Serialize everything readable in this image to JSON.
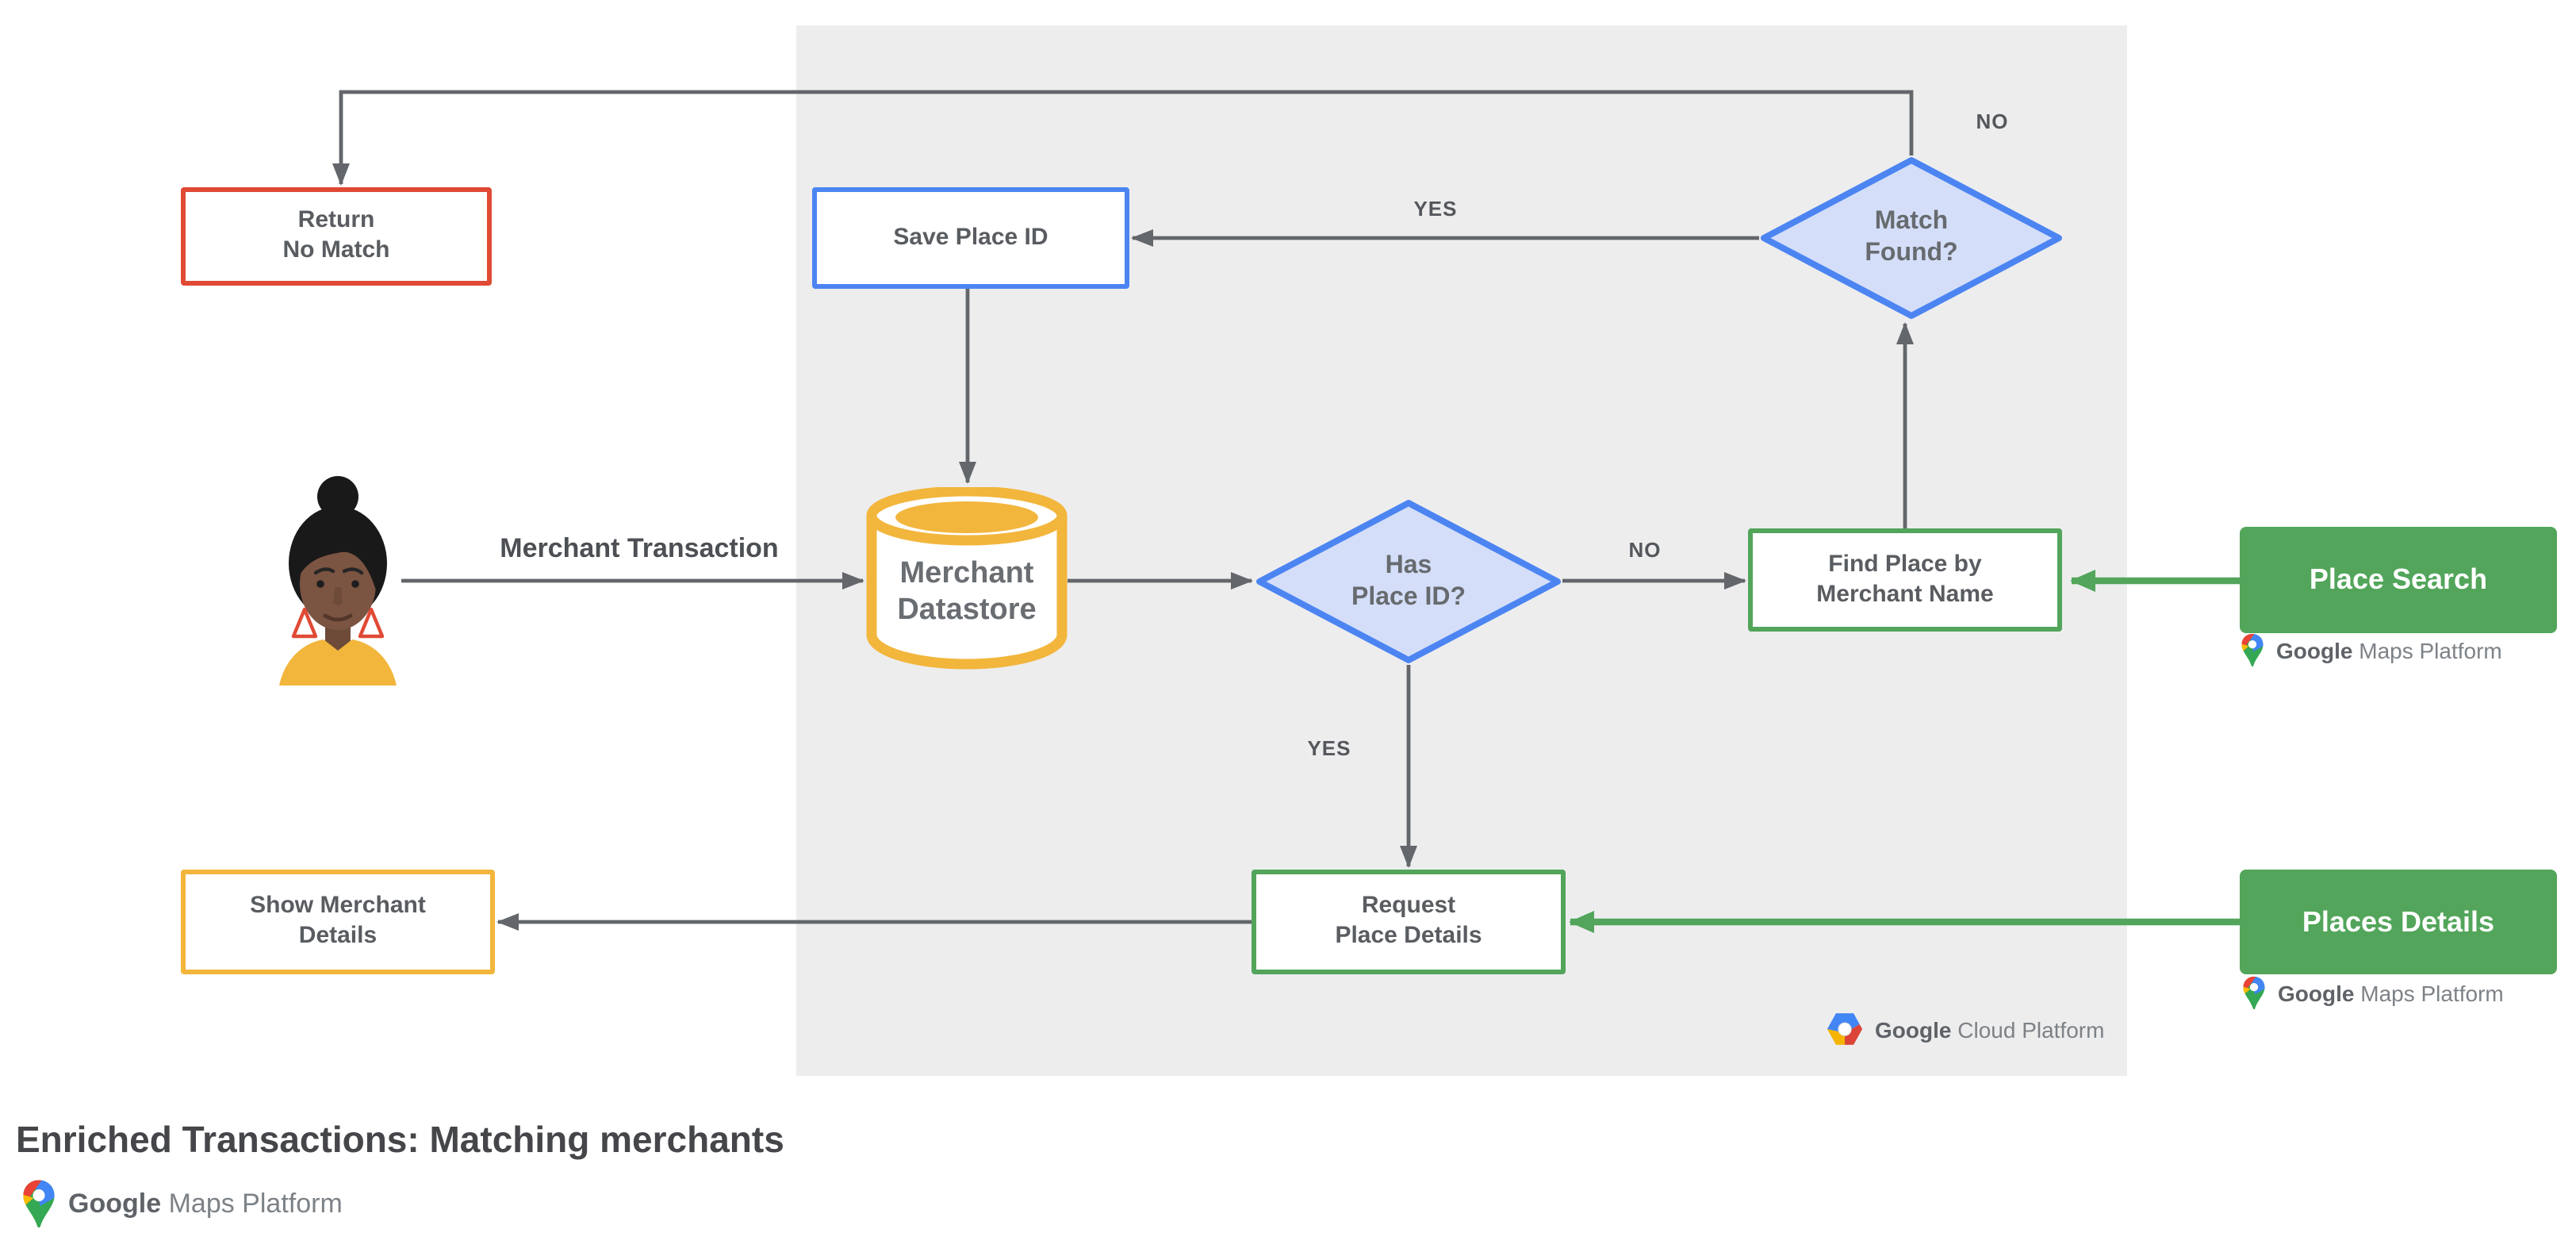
{
  "title": "Enriched Transactions: Matching merchants",
  "nodes": {
    "return_no_match": "Return\nNo Match",
    "save_place_id": "Save Place ID",
    "match_found": "Match\nFound?",
    "merchant_datastore": "Merchant\nDatastore",
    "has_place_id": "Has\nPlace ID?",
    "find_place_by_merchant_name": "Find Place by\nMerchant Name",
    "request_place_details": "Request\nPlace Details",
    "show_merchant_details": "Show Merchant\nDetails"
  },
  "apis": {
    "place_search": "Place Search",
    "places_details": "Places Details"
  },
  "edge_labels": {
    "merchant_transaction": "Merchant Transaction",
    "match_found_yes": "YES",
    "match_found_no": "NO",
    "has_place_id_no": "NO",
    "has_place_id_yes": "YES"
  },
  "logos": {
    "google": "Google",
    "maps_platform": "Maps Platform",
    "cloud_platform": "Cloud Platform"
  },
  "colors": {
    "green": "#52A55A",
    "blue": "#4C85F2",
    "diamond_fill": "#D4DEF8",
    "red": "#E04A35",
    "yellow": "#F2B63C",
    "panel": "#EDEDEE",
    "arrow": "#63666A"
  }
}
